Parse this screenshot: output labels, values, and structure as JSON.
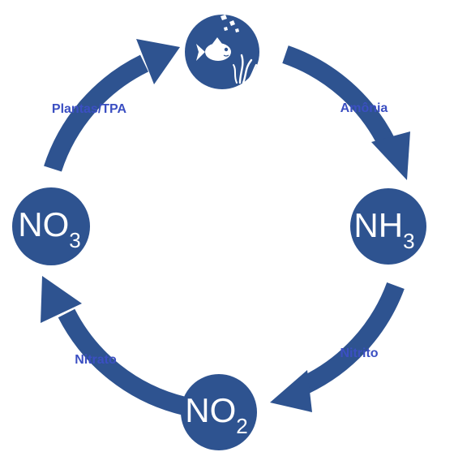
{
  "colors": {
    "node_fill": "#2e5390",
    "arrow_fill": "#2e5390",
    "label_text": "#3b4fc2",
    "symbol_text": "#ffffff"
  },
  "nodes": {
    "fish": {
      "icon": "fish-plant-icon"
    },
    "ammonia": {
      "main": "NH",
      "sub": "3"
    },
    "nitrite": {
      "main": "NO",
      "sub": "2"
    },
    "nitrate": {
      "main": "NO",
      "sub": "3"
    }
  },
  "labels": {
    "ammonia": "Amônia",
    "nitrite": "Nitrito",
    "nitrate": "Nitrato",
    "plants": "Plantas/TPA"
  }
}
